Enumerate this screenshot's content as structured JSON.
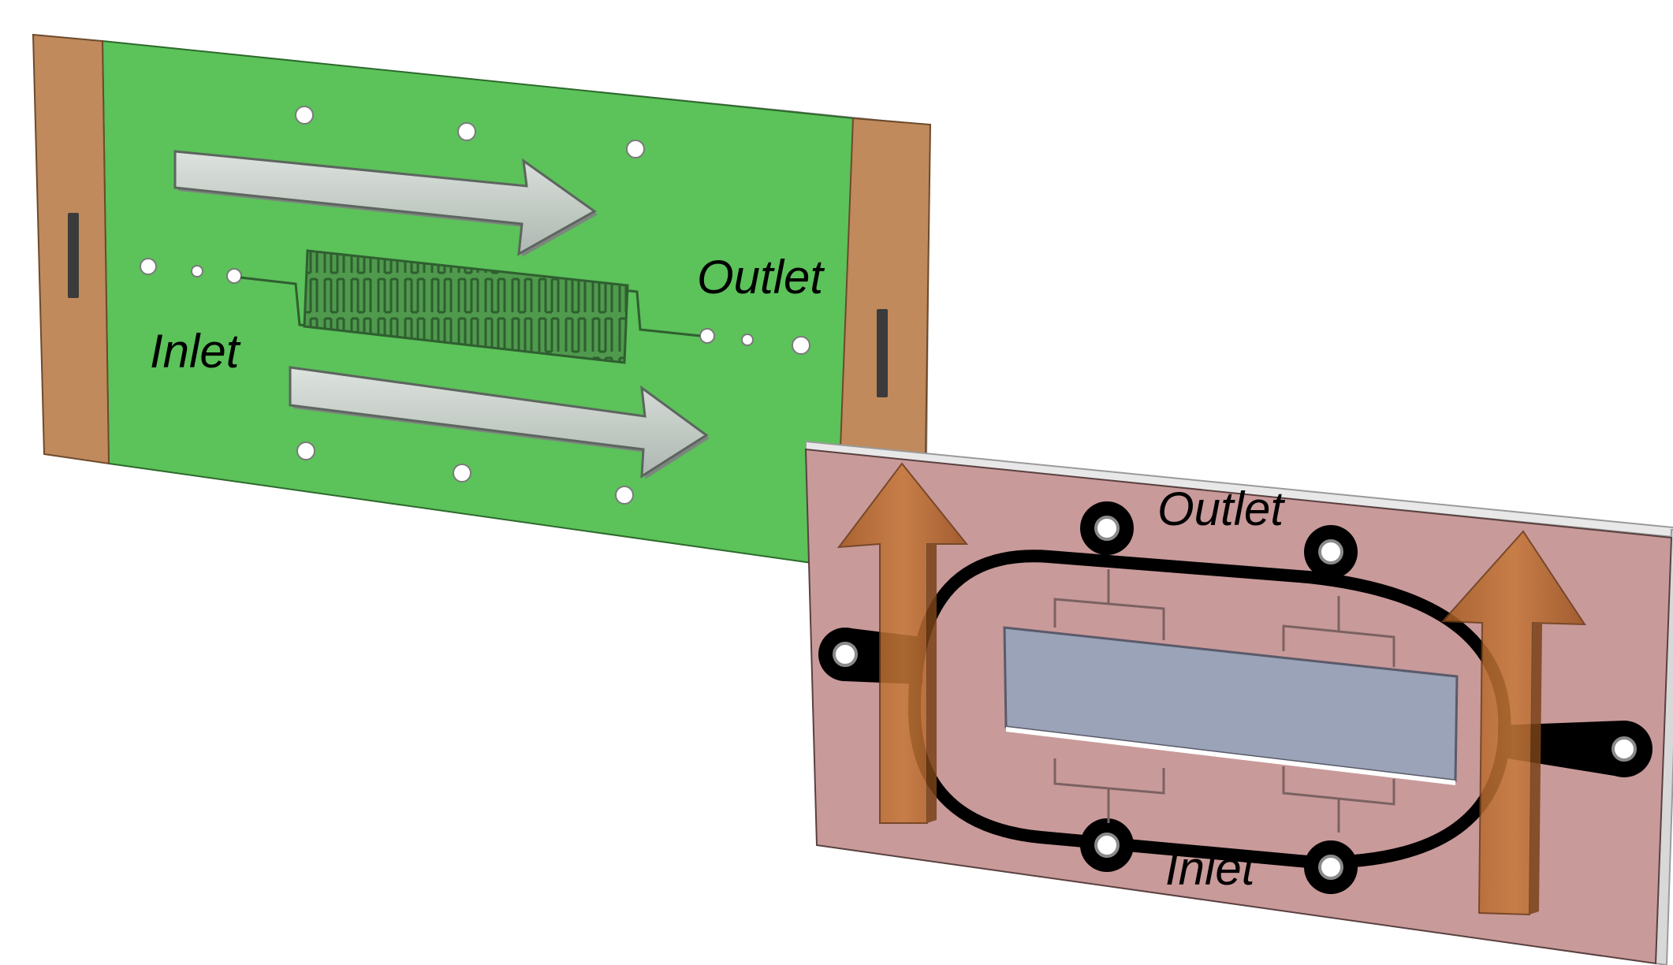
{
  "figure": {
    "green_plate": {
      "inlet_label": "Inlet",
      "outlet_label": "Outlet",
      "flow_arrows": 2,
      "colors": {
        "plate": "#5cc25a",
        "edge_strip": "#c08a5c",
        "arrow": "#c7cfc9"
      }
    },
    "pink_plate": {
      "inlet_label": "Inlet",
      "outlet_label": "Outlet",
      "flow_arrows": 2,
      "colors": {
        "plate": "#c99a9a",
        "gasket": "#000000",
        "window": "#9aa3b8",
        "arrow": "#b8692e"
      }
    }
  }
}
